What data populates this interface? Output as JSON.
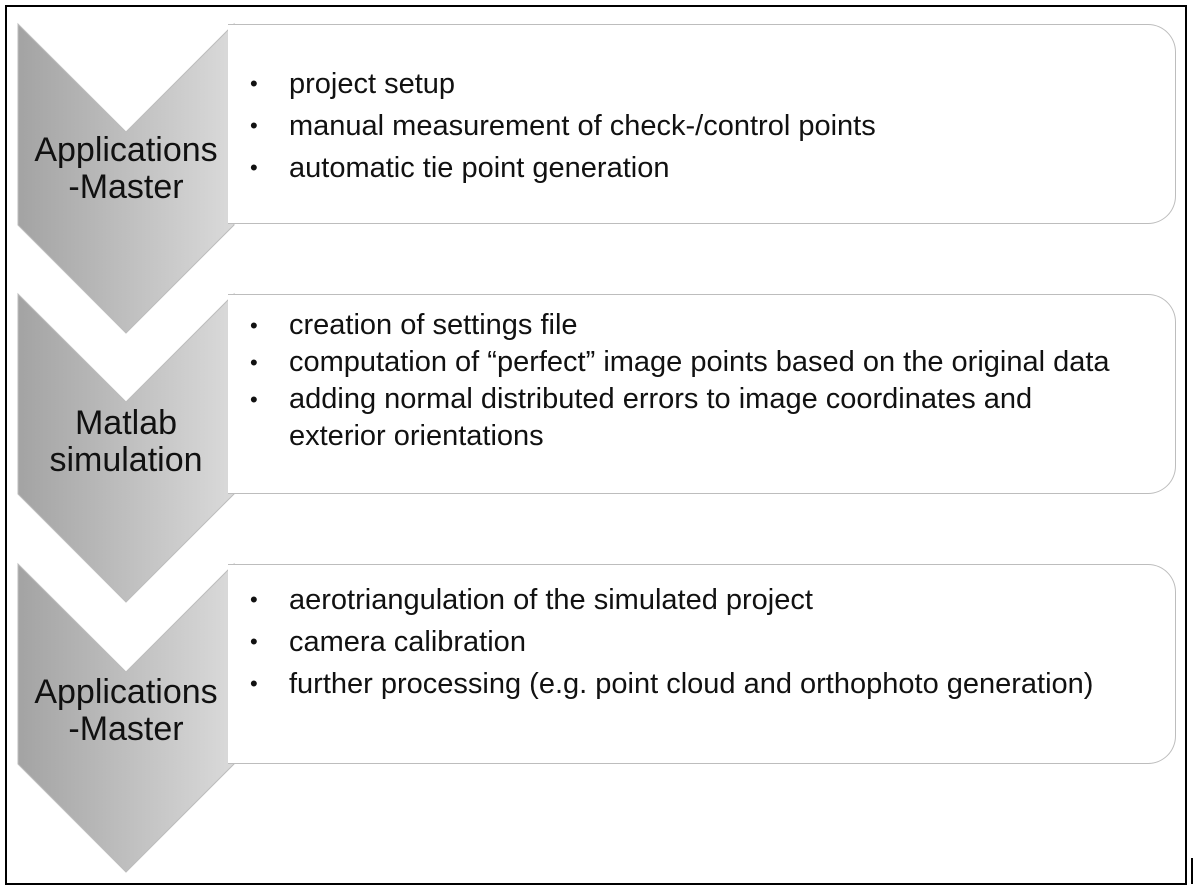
{
  "stages": [
    {
      "label_line1": "Applications",
      "label_line2": "-Master",
      "items": [
        "project setup",
        "manual measurement of check-/control points",
        "automatic tie point generation"
      ]
    },
    {
      "label_line1": "Matlab",
      "label_line2": "simulation",
      "items": [
        "creation of settings file",
        "computation of “perfect” image points based on the original data",
        "adding normal distributed errors to image coordinates and exterior orientations"
      ]
    },
    {
      "label_line1": "Applications",
      "label_line2": "-Master",
      "items": [
        "aerotriangulation of the simulated project",
        "camera calibration",
        "further processing (e.g. point cloud and orthophoto generation)"
      ]
    }
  ],
  "colors": {
    "chevron_dark": "#9e9e9e",
    "chevron_light": "#dcdcdc",
    "box_border": "#bdbdbd",
    "frame": "#000000"
  }
}
